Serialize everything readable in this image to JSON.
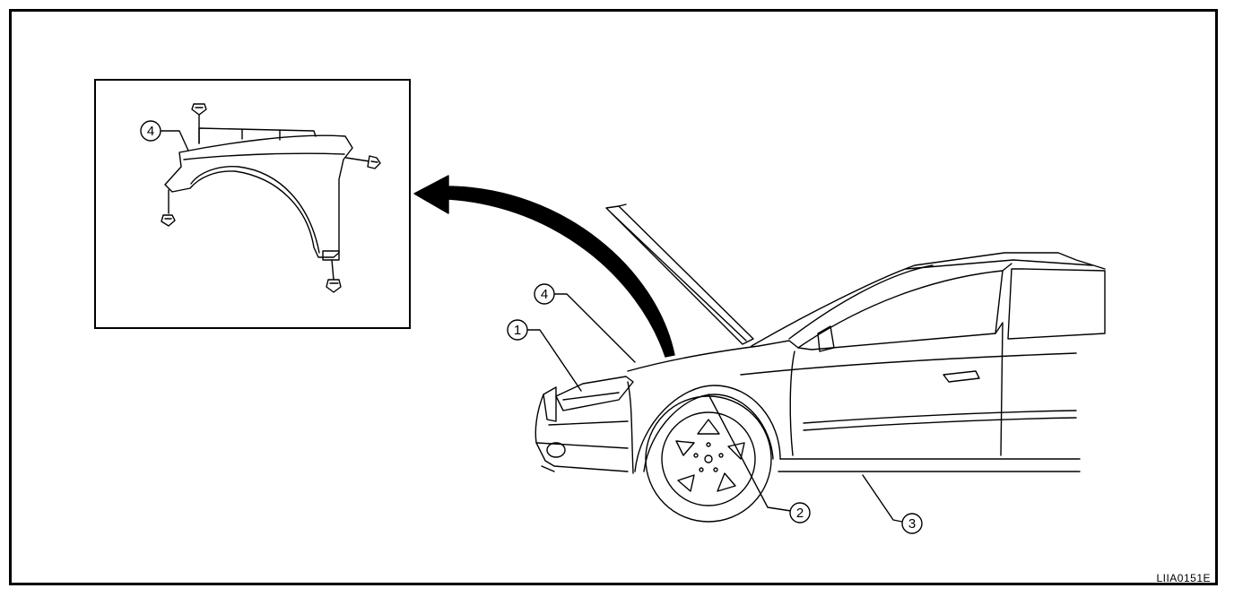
{
  "figure_id": "LIIA0151E",
  "callouts": {
    "c1": "1",
    "c2": "2",
    "c3": "3",
    "c4_car": "4",
    "c4_inset": "4"
  },
  "colors": {
    "line": "#000000",
    "background": "#ffffff"
  }
}
